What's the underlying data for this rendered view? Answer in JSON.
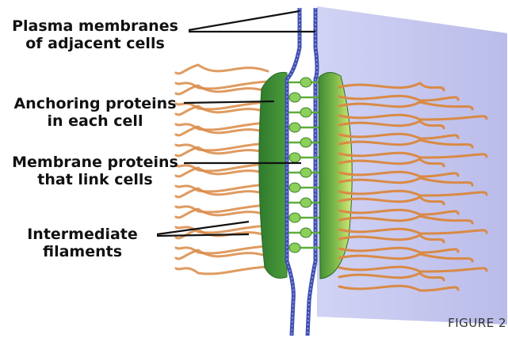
{
  "labels": {
    "plasma_membranes": [
      "Plasma membranes",
      "of adjacent cells"
    ],
    "anchoring_proteins": [
      "Anchoring proteins",
      "in each cell"
    ],
    "membrane_proteins": [
      "Membrane proteins",
      "that link cells"
    ],
    "intermediate_filaments": [
      "Intermediate",
      "filaments"
    ]
  },
  "caption": "FIGURE 2",
  "colors": {
    "membrane_sheet": "#b7b9ec",
    "membrane_edge": "#3f4fb0",
    "anchoring_plaque": "#4a9a3c",
    "plaque_highlight": "#c9e06a",
    "linking_protein": "#8bd05a",
    "filament": "#d98a45",
    "label_text": "#111111",
    "leader_line": "#111111"
  }
}
